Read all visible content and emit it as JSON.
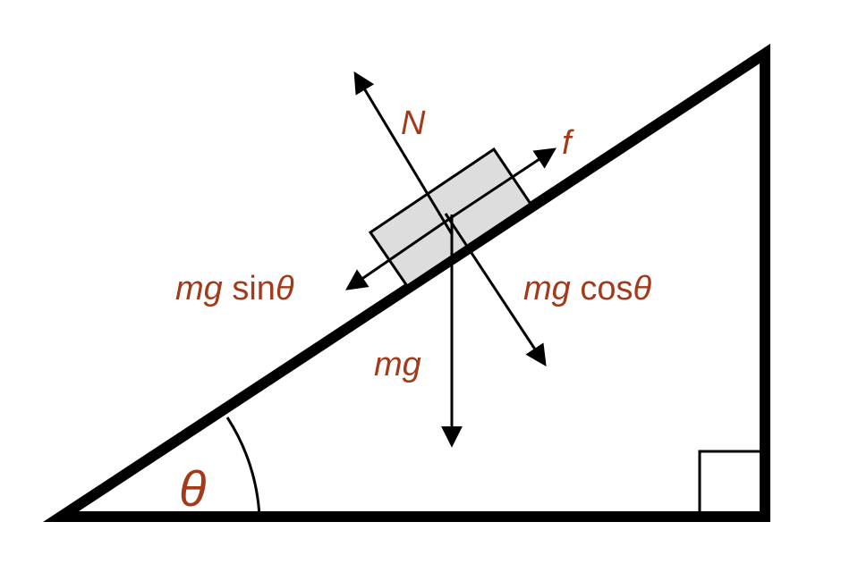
{
  "labels": {
    "normal": "N",
    "friction": "f",
    "parallel_prefix": "mg",
    "parallel_func": " sin",
    "parallel_angle": "θ",
    "perp_prefix": "mg",
    "perp_func": " cos",
    "perp_angle": "θ",
    "weight": "mg",
    "angle": "θ"
  },
  "colors": {
    "label": "#a33a1a",
    "stroke": "#000000",
    "block_fill": "#dddddd",
    "background": "#ffffff"
  }
}
